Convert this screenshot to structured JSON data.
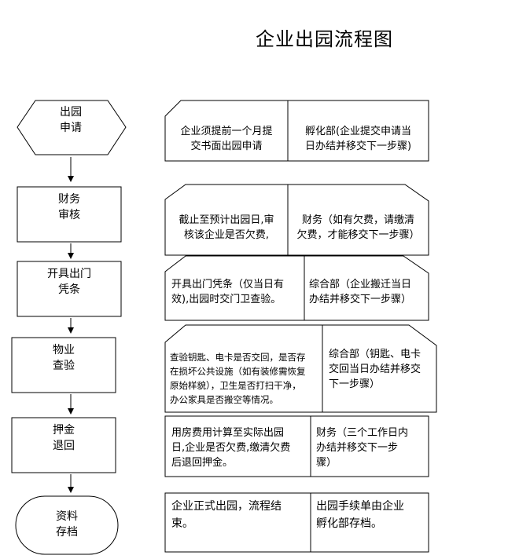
{
  "title": "企业出园流程图",
  "steps": [
    {
      "label": "出园\n申请",
      "desc": "企业须提前一个月提\n交书面出园申请",
      "dept": "孵化部(企业提交申请当\n日办结并移交下一步骤)"
    },
    {
      "label": "财务\n审核",
      "desc": "截止至预计出园日,审\n核该企业是否欠费,",
      "dept": "财务（如有欠费，请缴清\n欠费，才能移交下一步骤）"
    },
    {
      "label": "开具出门\n凭条",
      "desc": "开具出门凭条（仅当日有\n效),出园时交门卫查验。",
      "dept": "综合部（企业搬迁当日\n办结并移交下一步骤）"
    },
    {
      "label": "物业\n查验",
      "desc": "查验钥匙、电卡是否交回，是否存\n在损坏公共设施（如有装修需恢复\n原始样貌），卫生是否打扫干净，\n办公家具是否搬空等情况。",
      "dept": "综合部（钥匙、电卡\n交回当日办结并移交\n下一步骤）"
    },
    {
      "label": "押金\n退回",
      "desc": "用房费用计算至实际出园\n日,企业是否欠费,缴清欠费\n后退回押金。",
      "dept": "财务（三个工作日内\n办结并移交下一步\n骤）"
    },
    {
      "label": "资料\n存档",
      "desc": "企业正式出园，流程结\n束。",
      "dept": "出园手续单由企业\n孵化部存档。"
    }
  ]
}
